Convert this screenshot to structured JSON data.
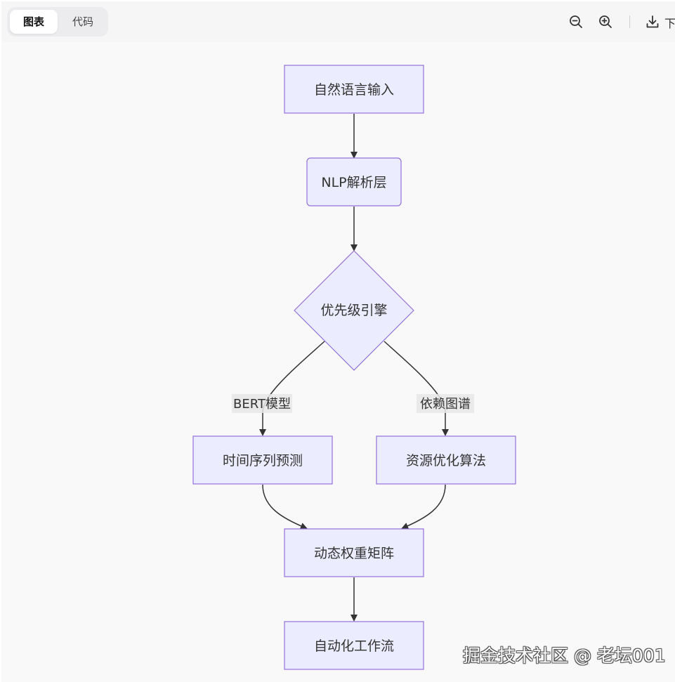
{
  "toolbar": {
    "tabs": [
      {
        "label": "图表",
        "active": true
      },
      {
        "label": "代码",
        "active": false
      }
    ],
    "actions": [
      {
        "name": "zoom-out",
        "icon": "zoom-out-icon"
      },
      {
        "name": "zoom-in",
        "icon": "zoom-in-icon"
      },
      {
        "name": "download",
        "icon": "download-icon",
        "label": "下"
      }
    ]
  },
  "diagram": {
    "nodes": {
      "input": "自然语言输入",
      "nlp": "NLP解析层",
      "priority": "优先级引擎",
      "forecast": "时间序列预测",
      "resource": "资源优化算法",
      "matrix": "动态权重矩阵",
      "workflow": "自动化工作流"
    },
    "edge_labels": {
      "bert": "BERT模型",
      "graph": "依赖图谱"
    },
    "colors": {
      "node_fill": "#ECECFF",
      "node_stroke": "#9370DB",
      "edge": "#333333",
      "label_bg": "#e8e8e8"
    }
  },
  "watermark": "掘金技术社区 @ 老坛001"
}
